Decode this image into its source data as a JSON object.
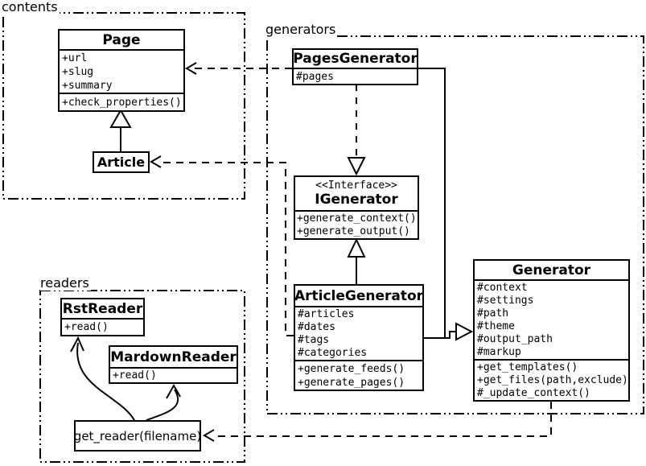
{
  "diagram_type": "uml-class-diagram",
  "colors": {
    "line": "#000000",
    "background": "#ffffff"
  },
  "packages": {
    "contents": {
      "label": "contents"
    },
    "generators": {
      "label": "generators"
    },
    "readers": {
      "label": "readers"
    }
  },
  "classes": {
    "page": {
      "name": "Page",
      "attributes": [
        "+url",
        "+slug",
        "+summary"
      ],
      "methods": [
        "+check_properties()"
      ]
    },
    "article": {
      "name": "Article"
    },
    "pages_generator": {
      "name": "PagesGenerator",
      "attributes": [
        "#pages"
      ]
    },
    "igenerator": {
      "stereotype": "<<Interface>>",
      "name": "IGenerator",
      "methods": [
        "+generate_context()",
        "+generate_output()"
      ]
    },
    "article_generator": {
      "name": "ArticleGenerator",
      "attributes": [
        "#articles",
        "#dates",
        "#tags",
        "#categories"
      ],
      "methods": [
        "+generate_feeds()",
        "+generate_pages()"
      ]
    },
    "generator": {
      "name": "Generator",
      "attributes": [
        "#context",
        "#settings",
        "#path",
        "#theme",
        "#output_path",
        "#markup"
      ],
      "methods": [
        "+get_templates()",
        "+get_files(path,exclude)",
        "#_update_context()"
      ]
    },
    "rst_reader": {
      "name": "RstReader",
      "methods": [
        "+read()"
      ]
    },
    "mardown_reader": {
      "name": "MardownReader",
      "methods": [
        "+read()"
      ]
    },
    "get_reader": {
      "label": "get_reader(filename)"
    }
  }
}
